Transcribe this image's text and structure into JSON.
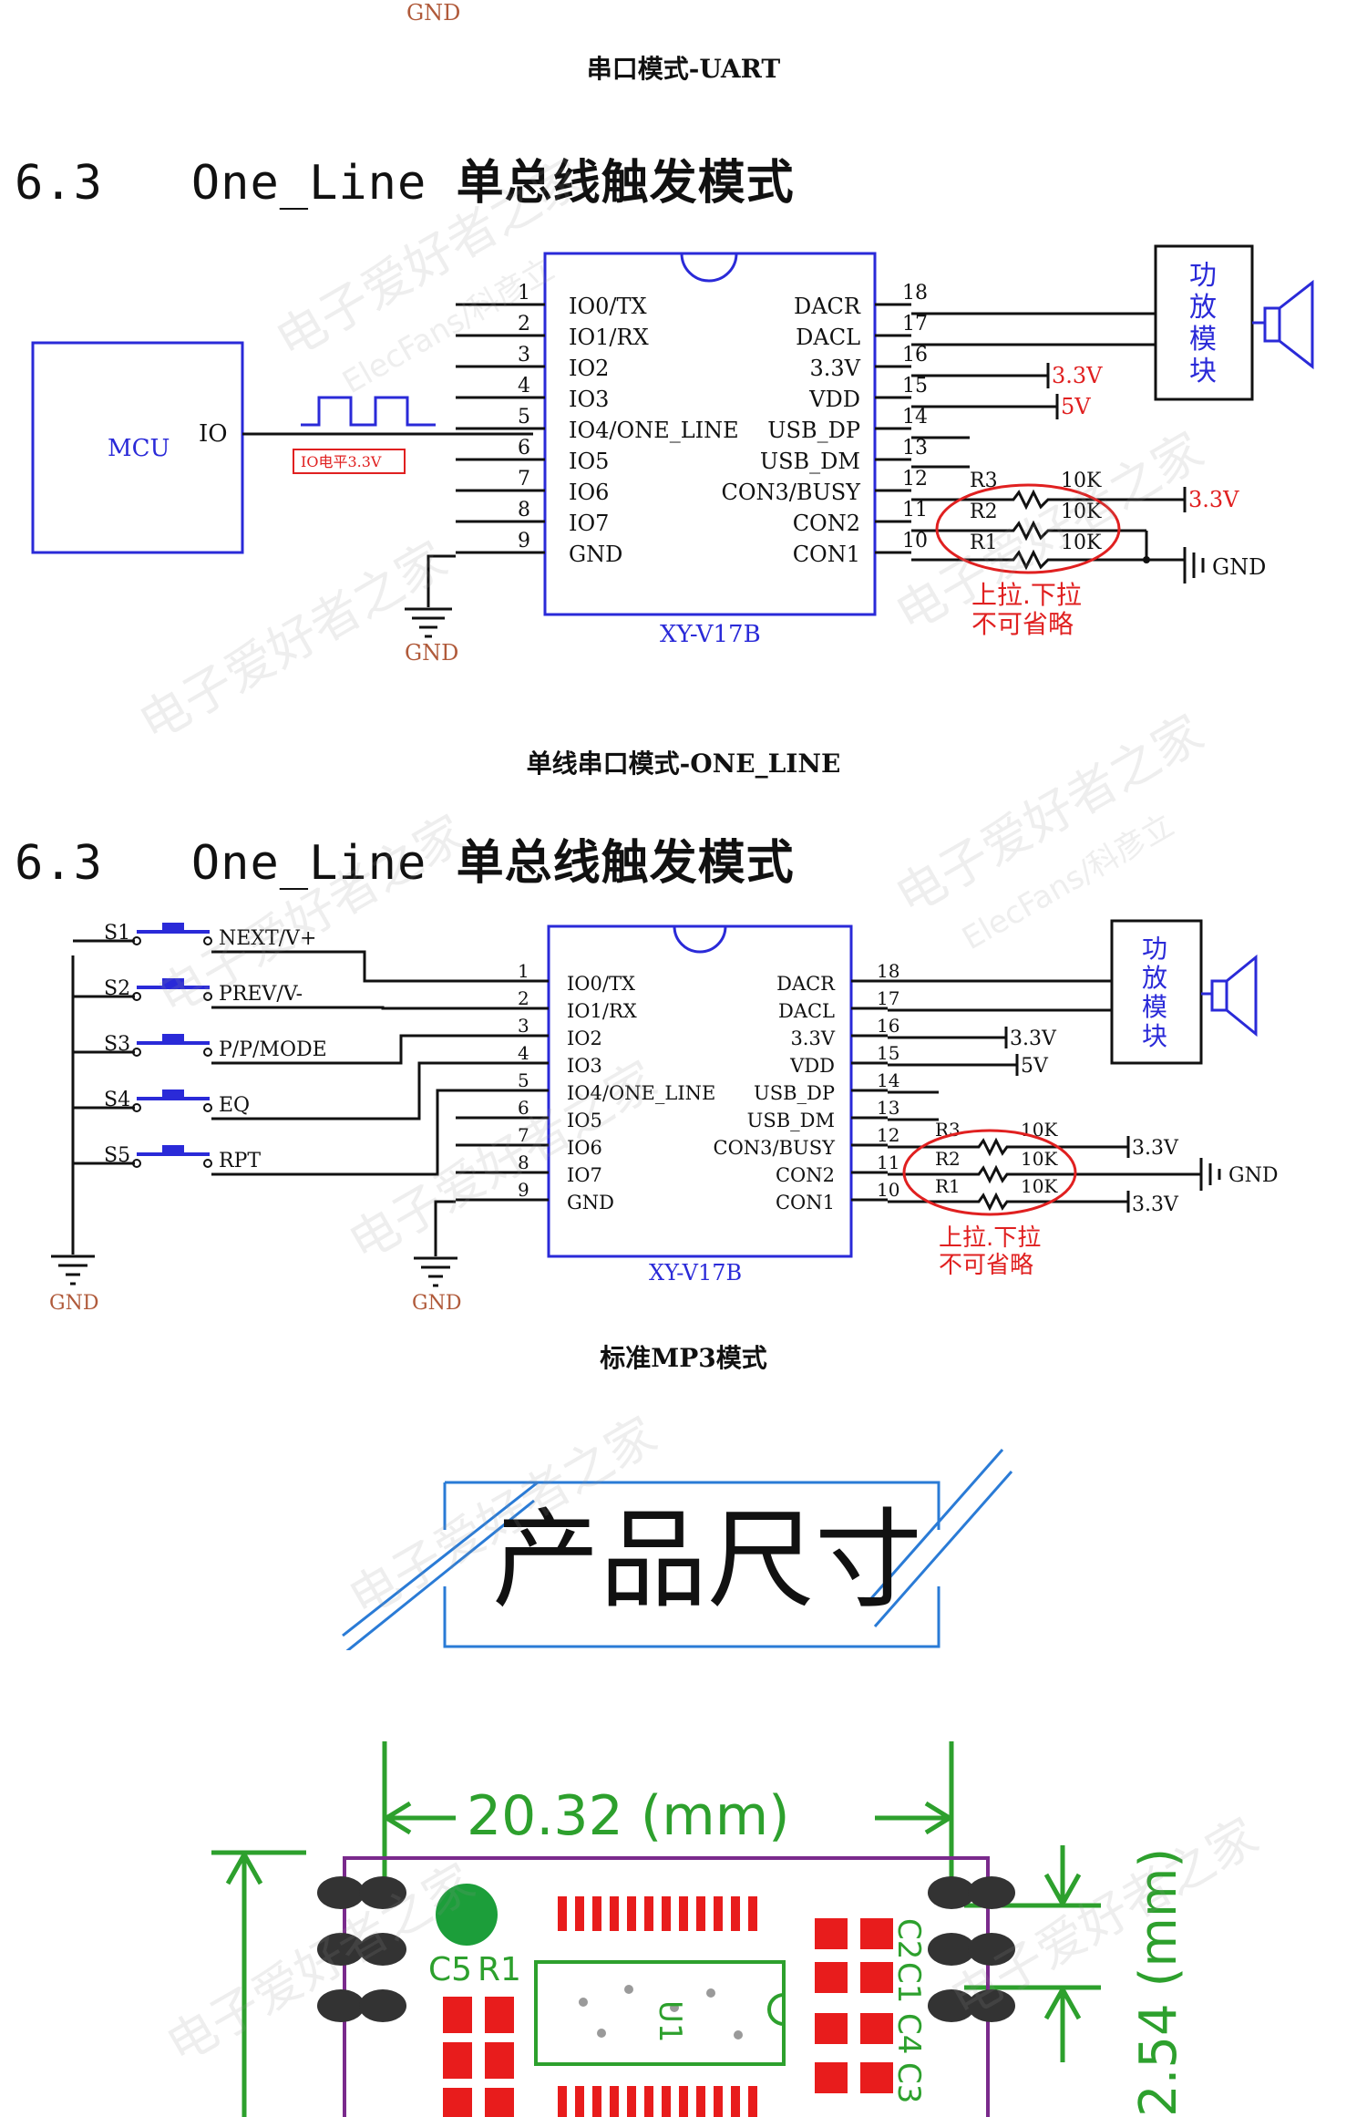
{
  "top_gnd": "GND",
  "caption_uart": "串口模式-UART",
  "section1": {
    "num": "6.3",
    "title_en": "One_Line",
    "title_cn": "单总线触发模式"
  },
  "chip": {
    "name": "XY-V17B",
    "left_pins": [
      "IO0/TX",
      "IO1/RX",
      "IO2",
      "IO3",
      "IO4/ONE_LINE",
      "IO5",
      "IO6",
      "IO7",
      "GND"
    ],
    "right_pins": [
      "DACR",
      "DACL",
      "3.3V",
      "VDD",
      "USB_DP",
      "USB_DM",
      "CON3/BUSY",
      "CON2",
      "CON1"
    ],
    "left_nums": [
      "1",
      "2",
      "3",
      "4",
      "5",
      "6",
      "7",
      "8",
      "9"
    ],
    "right_nums": [
      "18",
      "17",
      "16",
      "15",
      "14",
      "13",
      "12",
      "11",
      "10"
    ]
  },
  "diagram1": {
    "mcu": "MCU",
    "io": "IO",
    "io_level": "IO电平3.3V",
    "amp": [
      "功",
      "放",
      "模",
      "块"
    ],
    "v33": "3.3V",
    "v5": "5V",
    "gnd": "GND",
    "resistors": [
      {
        "name": "R3",
        "value": "10K"
      },
      {
        "name": "R2",
        "value": "10K"
      },
      {
        "name": "R1",
        "value": "10K"
      }
    ],
    "note_line1": "上拉.下拉",
    "note_line2": "不可省略"
  },
  "caption_one_line": "单线串口模式-ONE_LINE",
  "section2": {
    "num": "6.3",
    "title_en": "One_Line",
    "title_cn": "单总线触发模式"
  },
  "diagram2": {
    "switches": [
      {
        "name": "S1",
        "label": "NEXT/V+"
      },
      {
        "name": "S2",
        "label": "PREV/V-"
      },
      {
        "name": "S3",
        "label": "P/P/MODE"
      },
      {
        "name": "S4",
        "label": "EQ"
      },
      {
        "name": "S5",
        "label": "RPT"
      }
    ],
    "left_pins": [
      "IO0/TX",
      "IO1/RX",
      "IO2",
      "IO3",
      "IO4/ONE_LINE",
      "IO5",
      "IO6",
      "IO7",
      "GND"
    ],
    "right_pins": [
      "DACR",
      "DACL",
      "3.3V",
      "VDD",
      "USB_DP",
      "USB_DM",
      "CON3/BUSY",
      "CON2",
      "CON1"
    ],
    "right_v33": "3.3V",
    "amp": [
      "功",
      "放",
      "模",
      "块"
    ],
    "v33": "3.3V",
    "v5": "5V",
    "gnd": "GND",
    "resistors": [
      {
        "name": "R3",
        "value": "10K"
      },
      {
        "name": "R2",
        "value": "10K"
      },
      {
        "name": "R1",
        "value": "10K"
      }
    ],
    "note_line1": "上拉.下拉",
    "note_line2": "不可省略"
  },
  "caption_mp3": "标准MP3模式",
  "banner": "产品尺寸",
  "dimensions": {
    "width_label": "20.32 (mm)",
    "pitch_label": "2.54 (mm)",
    "silk": [
      "C5",
      "R1",
      "U1",
      "C2",
      "C1",
      "C4",
      "C3"
    ]
  },
  "watermark": {
    "line1": "电子爱好者之家",
    "line2": "ElecFans/科彦立"
  },
  "colors": {
    "chip": "#2a2ad8",
    "wire": "#111111",
    "resistor_circle": "#e02020",
    "note": "#e02020",
    "pcb_outline": "#7a2a8c",
    "pad": "#e81c1c",
    "dim": "#2da02d"
  }
}
